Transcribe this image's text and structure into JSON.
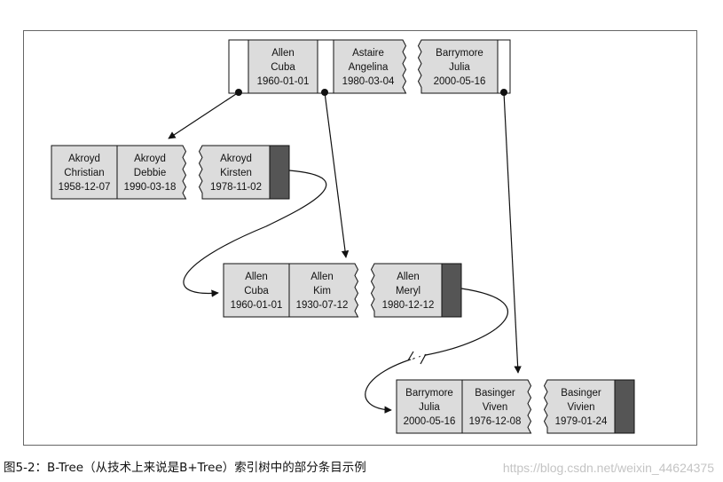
{
  "colors": {
    "cell_fill": "#dcdcdc",
    "dark_fill": "#555555",
    "line": "#111111",
    "frame": "#666666",
    "watermark": "#c4c4c4"
  },
  "caption": "图5-2：B-Tree（从技术上来说是B+Tree）索引树中的部分条目示例",
  "watermark": "https://blog.csdn.net/weixin_44624375",
  "nodes": {
    "root": {
      "cells": [
        {
          "lines": [
            "Allen",
            "Cuba",
            "1960-01-01"
          ]
        },
        {
          "lines": [
            "Astaire",
            "Angelina",
            "1980-03-04"
          ]
        },
        {
          "lines": [
            "Barrymore",
            "Julia",
            "2000-05-16"
          ]
        }
      ]
    },
    "leaf_akroyd": {
      "cells": [
        {
          "lines": [
            "Akroyd",
            "Christian",
            "1958-12-07"
          ]
        },
        {
          "lines": [
            "Akroyd",
            "Debbie",
            "1990-03-18"
          ]
        },
        {
          "lines": [
            "Akroyd",
            "Kirsten",
            "1978-11-02"
          ]
        }
      ]
    },
    "leaf_allen": {
      "cells": [
        {
          "lines": [
            "Allen",
            "Cuba",
            "1960-01-01"
          ]
        },
        {
          "lines": [
            "Allen",
            "Kim",
            "1930-07-12"
          ]
        },
        {
          "lines": [
            "Allen",
            "Meryl",
            "1980-12-12"
          ]
        }
      ]
    },
    "leaf_barrymore": {
      "cells": [
        {
          "lines": [
            "Barrymore",
            "Julia",
            "2000-05-16"
          ]
        },
        {
          "lines": [
            "Basinger",
            "Viven",
            "1976-12-08"
          ]
        },
        {
          "lines": [
            "Basinger",
            "Vivien",
            "1979-01-24"
          ]
        }
      ]
    }
  }
}
